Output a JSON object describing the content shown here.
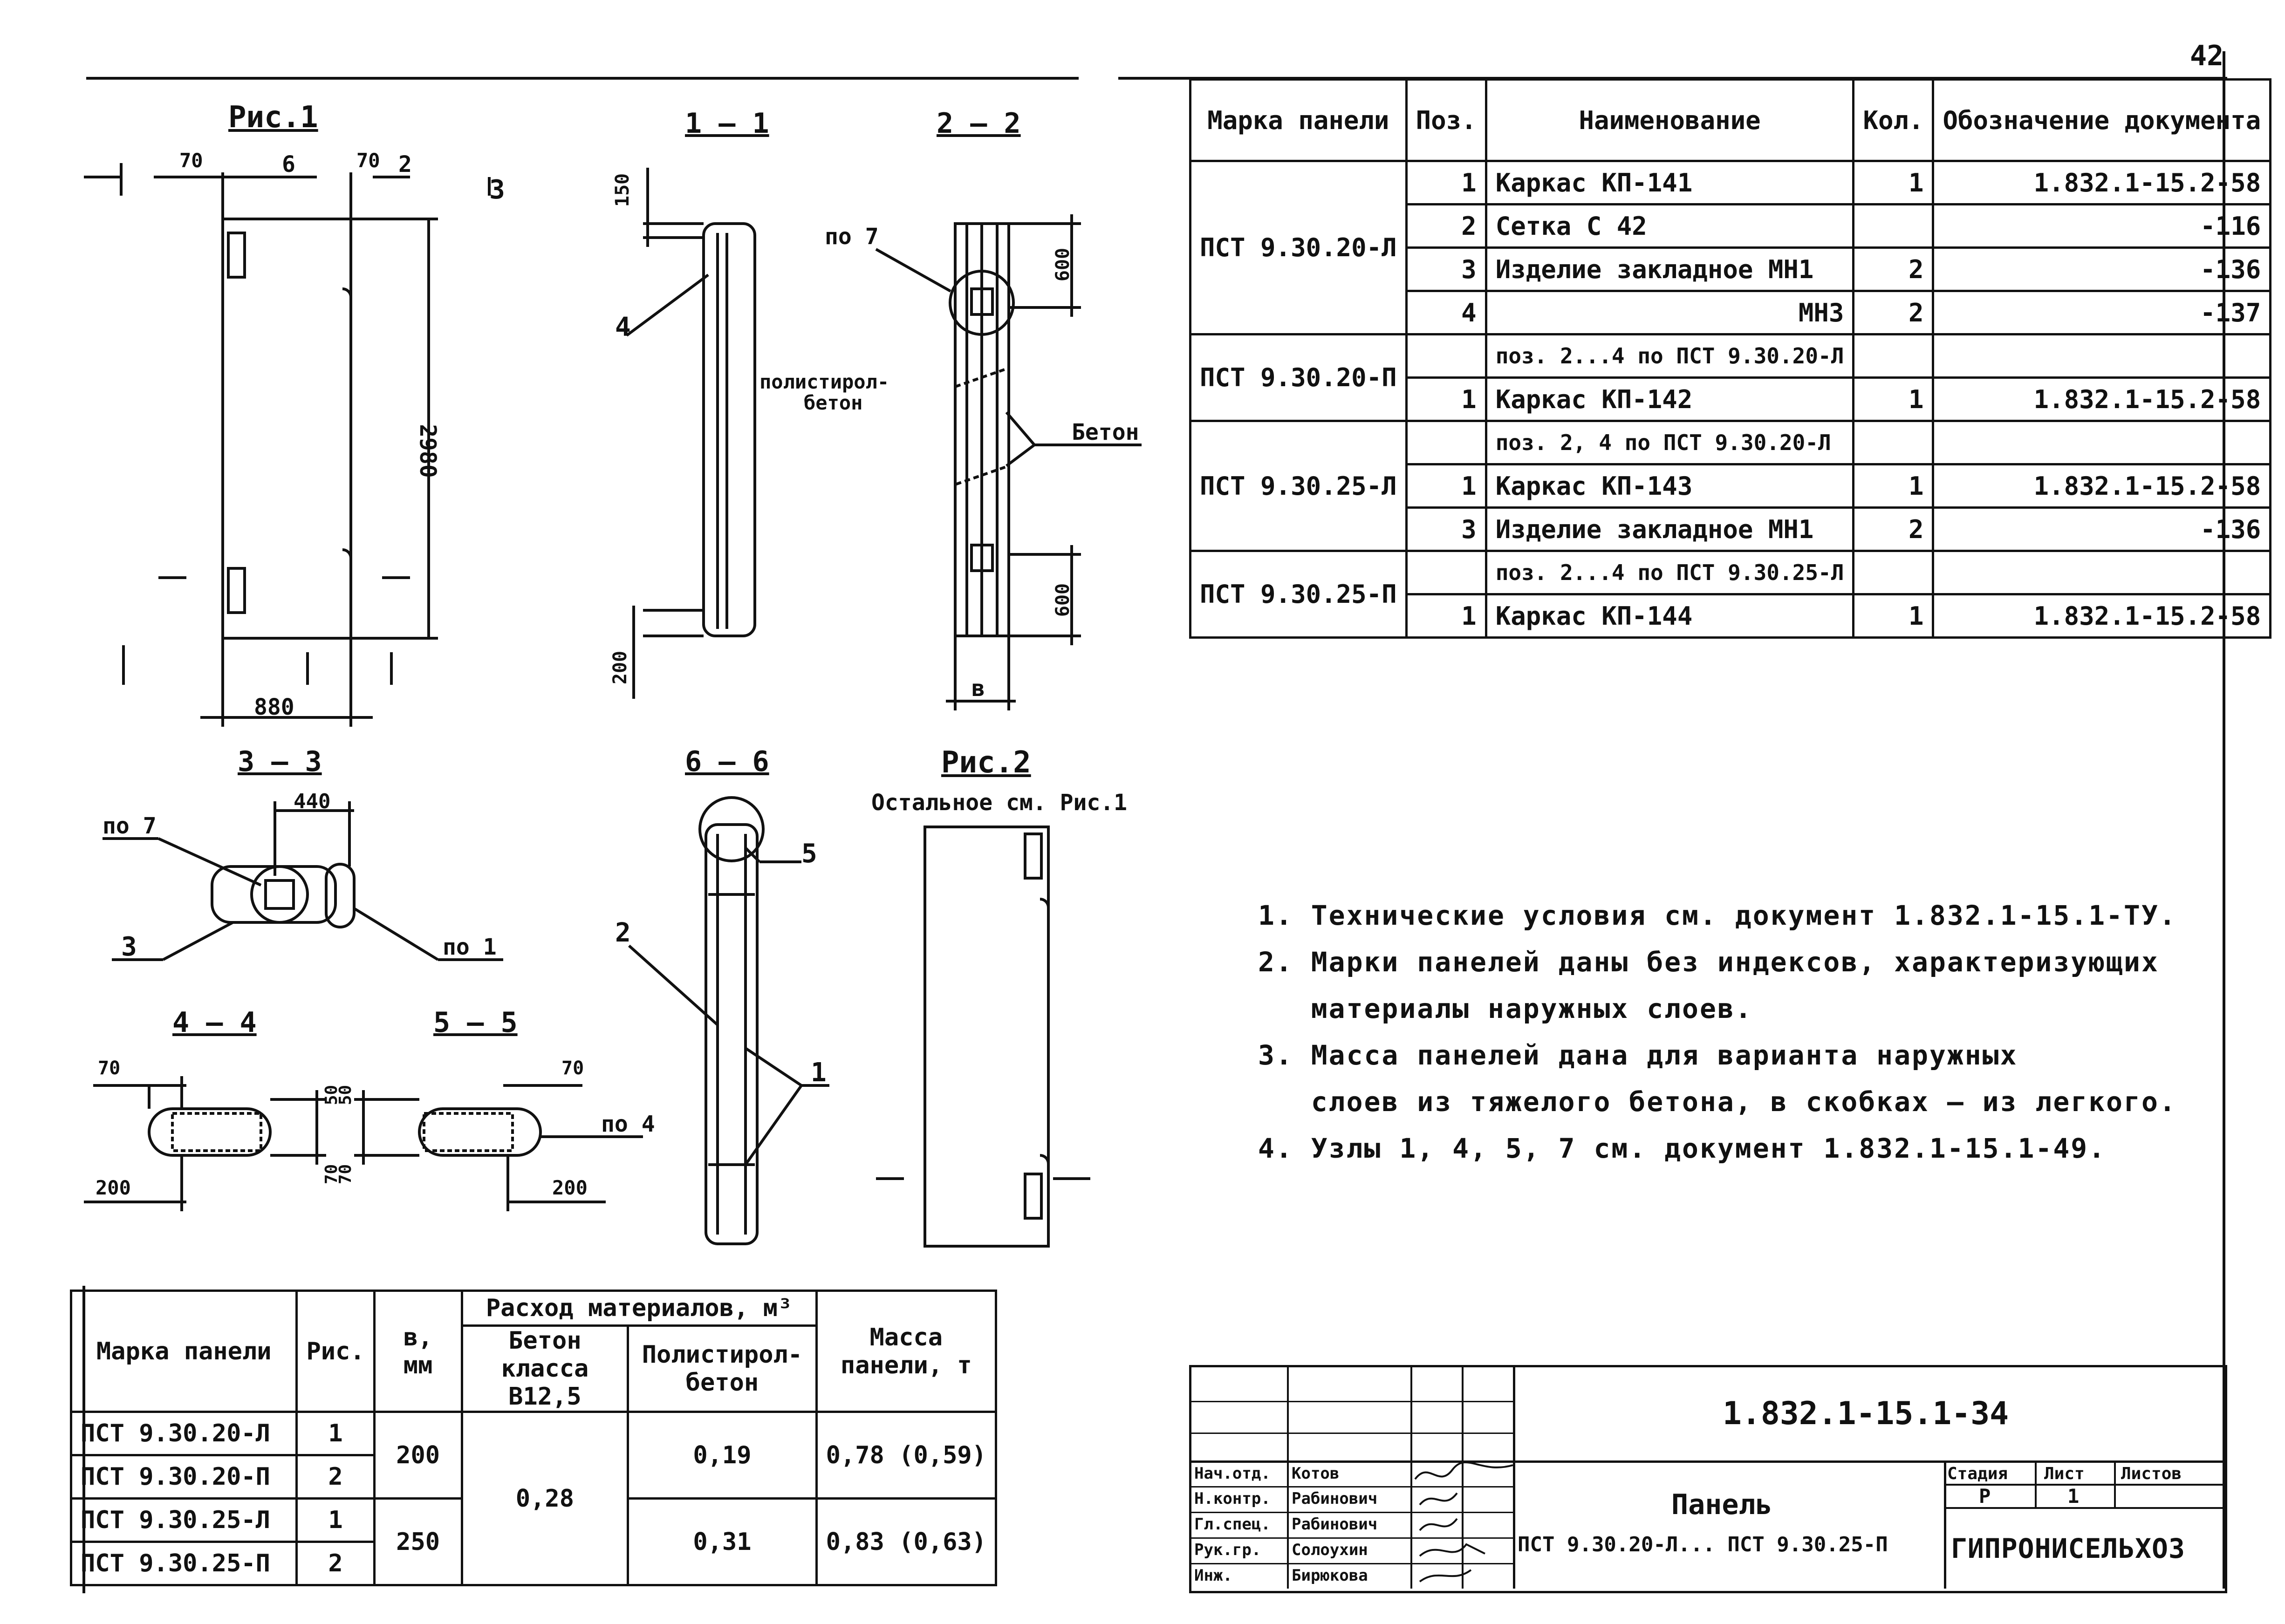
{
  "sheet": {
    "page_number": "42",
    "document_code": "1.832.1-15.1-34",
    "title_line1": "Панель",
    "title_line2": "ПСТ 9.30.20-Л... ПСТ 9.30.25-П",
    "organization": "ГИПРОНИСЕЛЬХОЗ",
    "stage_header": "Стадия",
    "sheet_header": "Лист",
    "sheets_header": "Листов",
    "stage": "Р",
    "sheet": "1",
    "roles": [
      {
        "role": "Нач.отд.",
        "name": "Котов"
      },
      {
        "role": "Н.контр.",
        "name": "Рабинович"
      },
      {
        "role": "Гл.спец.",
        "name": "Рабинович"
      },
      {
        "role": "Рук.гр.",
        "name": "Солоухин"
      },
      {
        "role": "Инж.",
        "name": "Бирюкова"
      }
    ]
  },
  "drawings": {
    "fig1_title": "Рис.1",
    "fig2_title": "Рис.2",
    "fig2_note": "Остальное см. Рис.1",
    "sec_1_1": "1 — 1",
    "sec_2_2": "2 — 2",
    "sec_3_3": "3 — 3",
    "sec_4_4": "4 — 4",
    "sec_5_5": "5 — 5",
    "sec_6_6": "6 — 6",
    "dim_70a": "70",
    "dim_6": "6",
    "dim_70b": "70",
    "dim_2": "2",
    "dim_3": "3",
    "dim_2980": "2980",
    "dim_880": "880",
    "dim_150": "150",
    "dim_200": "200",
    "dim_600a": "600",
    "dim_600b": "600",
    "dim_b": "в",
    "dim_440": "440",
    "label_po7a": "по 7",
    "label_po7b": "по 7",
    "label_po1": "по 1",
    "label_po4": "по 4",
    "label_polystyrene": "полистирол-",
    "label_polystyrene2": "бетон",
    "label_concrete": "Бетон",
    "label_4": "4",
    "label_5": "5",
    "label_2": "2",
    "label_1": "1",
    "label_3": "3",
    "dim_44_70": "70",
    "dim_44_200": "200",
    "dim_44_50": "50",
    "dim_44_70b": "70",
    "dim_55_50": "50",
    "dim_55_70": "70",
    "dim_55_70b": "70",
    "dim_55_200": "200"
  },
  "spec_table": {
    "headers": {
      "mark": "Марка панели",
      "pos": "Поз.",
      "name": "Наименование",
      "qty": "Кол.",
      "doc": "Обозначение документа"
    },
    "rows": [
      {
        "mark": "ПСТ 9.30.20-Л",
        "pos": "1",
        "name": "Каркас КП-141",
        "qty": "1",
        "doc": "1.832.1-15.2-58"
      },
      {
        "mark": "",
        "pos": "2",
        "name": "Сетка С 42",
        "qty": "",
        "doc": "-116"
      },
      {
        "mark": "",
        "pos": "3",
        "name": "Изделие закладное МН1",
        "qty": "2",
        "doc": "-136"
      },
      {
        "mark": "",
        "pos": "4",
        "name": "МН3",
        "qty": "2",
        "doc": "-137"
      },
      {
        "mark": "ПСТ 9.30.20-П",
        "pos": "",
        "name": "поз. 2...4 по ПСТ 9.30.20-Л",
        "qty": "",
        "doc": ""
      },
      {
        "mark": "",
        "pos": "1",
        "name": "Каркас КП-142",
        "qty": "1",
        "doc": "1.832.1-15.2-58"
      },
      {
        "mark": "ПСТ 9.30.25-Л",
        "pos": "",
        "name": "поз. 2, 4 по ПСТ 9.30.20-Л",
        "qty": "",
        "doc": ""
      },
      {
        "mark": "",
        "pos": "1",
        "name": "Каркас КП-143",
        "qty": "1",
        "doc": "1.832.1-15.2-58"
      },
      {
        "mark": "",
        "pos": "3",
        "name": "Изделие закладное МН1",
        "qty": "2",
        "doc": "-136"
      },
      {
        "mark": "ПСТ 9.30.25-П",
        "pos": "",
        "name": "поз. 2...4 по ПСТ 9.30.25-Л",
        "qty": "",
        "doc": ""
      },
      {
        "mark": "",
        "pos": "1",
        "name": "Каркас КП-144",
        "qty": "1",
        "doc": "1.832.1-15.2-58"
      }
    ]
  },
  "materials_table": {
    "headers": {
      "mark": "Марка панели",
      "fig": "Рис.",
      "b": "в, мм",
      "consumption": "Расход материалов, м³",
      "concrete": "Бетон класса В12,5",
      "polystyrene": "Полистирол-бетон",
      "mass": "Масса панели, т"
    },
    "rows": [
      {
        "mark": "ПСТ 9.30.20-Л",
        "fig": "1"
      },
      {
        "mark": "ПСТ 9.30.20-П",
        "fig": "2"
      },
      {
        "mark": "ПСТ 9.30.25-Л",
        "fig": "1"
      },
      {
        "mark": "ПСТ 9.30.25-П",
        "fig": "2"
      }
    ],
    "b_20": "200",
    "b_25": "250",
    "concrete_all": "0,28",
    "poly_20": "0,19",
    "poly_25": "0,31",
    "mass_20": "0,78 (0,59)",
    "mass_25": "0,83 (0,63)"
  },
  "notes": [
    "1. Технические условия см. документ 1.832.1-15.1-ТУ.",
    "2. Марки панелей даны без индексов, характеризующих",
    "   материалы наружных слоев.",
    "3. Масса панелей дана для варианта наружных",
    "   слоев из тяжелого бетона, в скобках — из легкого.",
    "4. Узлы 1, 4, 5, 7 см. документ 1.832.1-15.1-49."
  ]
}
